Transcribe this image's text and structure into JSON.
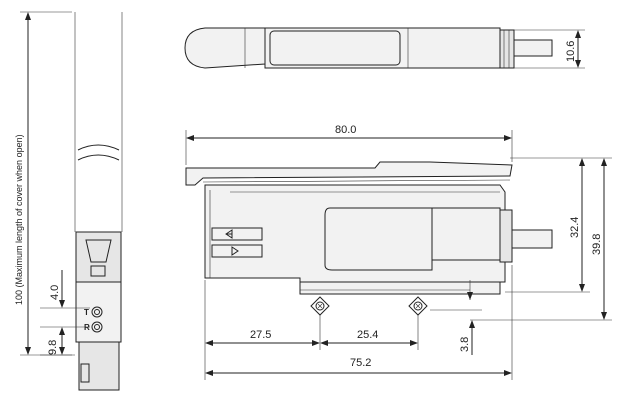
{
  "dimensions": {
    "length_top_view_height": "10.6",
    "overall_length": "80.0",
    "body_height": "32.4",
    "overall_height": "39.8",
    "pitch_left": "27.5",
    "pitch_mid": "25.4",
    "base_length": "75.2",
    "clip_height": "3.8",
    "spacing_upper": "4.0",
    "spacing_lower": "9.8",
    "cover_open_note": "100 (Maximum length of cover when open)"
  },
  "indicators": {
    "t_label": "T",
    "r_label": "R"
  },
  "icons": {
    "left_arrow": "left-arrow-icon",
    "right_arrow": "right-arrow-icon"
  },
  "colors": {
    "line": "#222222",
    "body": "#f2f2f2"
  }
}
